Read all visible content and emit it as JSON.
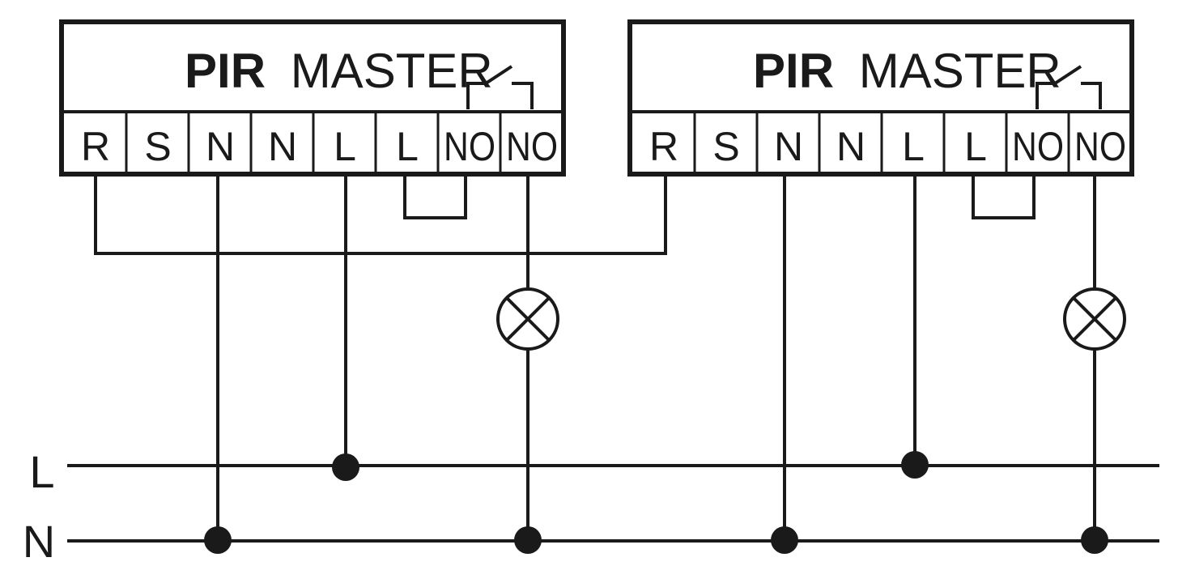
{
  "colors": {
    "ink": "#1a1a1a",
    "background": "#ffffff"
  },
  "devices": [
    {
      "title_bold": "PIR",
      "title_rest": "MASTER",
      "terminals": [
        "R",
        "S",
        "N",
        "N",
        "L",
        "L",
        "NO",
        "NO"
      ]
    },
    {
      "title_bold": "PIR",
      "title_rest": "MASTER",
      "terminals": [
        "R",
        "S",
        "N",
        "N",
        "L",
        "L",
        "NO",
        "NO"
      ]
    }
  ],
  "bus": {
    "line_label": "L",
    "neutral_label": "N"
  },
  "icons": [
    "relay-switch-icon",
    "lamp-icon",
    "junction-dot-icon"
  ]
}
